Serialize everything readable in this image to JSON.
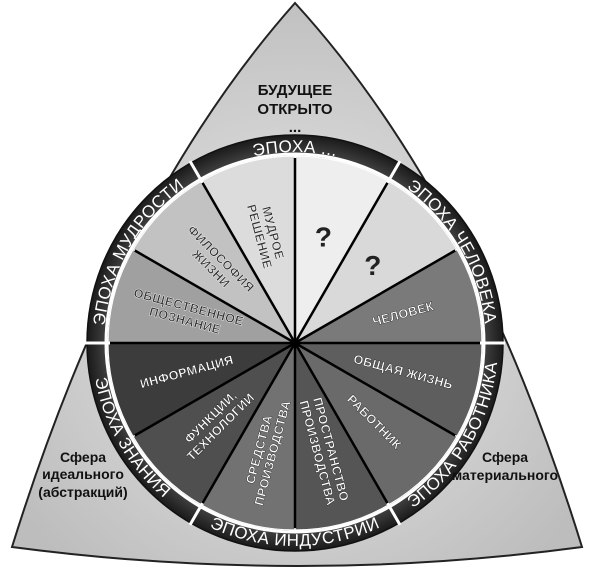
{
  "title": {
    "lines": [
      "БУДУЩЕЕ",
      "ОТКРЫТО",
      "..."
    ]
  },
  "corners": {
    "left": [
      "Сфера",
      "идеального",
      "(абстракций)"
    ],
    "right": [
      "Сфера",
      "материального"
    ]
  },
  "epochs": [
    "ЭПОХА ...",
    "ЭПОХА ЧЕЛОВЕКА",
    "ЭПОХА РАБОТНИКА",
    "ЭПОХА ИНДУСТРИИ",
    "ЭПОХА ЗНАНИЯ",
    "ЭПОХА МУДРОСТИ"
  ],
  "segments": [
    {
      "lines": [
        "?"
      ],
      "fill": "#eeeeee"
    },
    {
      "lines": [
        "?"
      ],
      "fill": "#d9d9d9"
    },
    {
      "lines": [
        "ЧЕЛОВЕК"
      ],
      "fill": "#7a7a7a"
    },
    {
      "lines": [
        "ОБЩАЯ ЖИЗНЬ"
      ],
      "fill": "#5e5e5e"
    },
    {
      "lines": [
        "РАБОТНИК"
      ],
      "fill": "#6a6a6a"
    },
    {
      "lines": [
        "ПРОСТРАНСТВО",
        "ПРОИЗВОДСТВА"
      ],
      "fill": "#555555"
    },
    {
      "lines": [
        "СРЕДСТВА",
        "ПРОИЗВОДСТВА"
      ],
      "fill": "#727272"
    },
    {
      "lines": [
        "ФУНКЦИИ,",
        "ТЕХНОЛОГИИ"
      ],
      "fill": "#4f4f4f"
    },
    {
      "lines": [
        "ИНФОРМАЦИЯ"
      ],
      "fill": "#3c3c3c"
    },
    {
      "lines": [
        "ОБЩЕСТВЕННОЕ",
        "ПОЗНАНИЕ"
      ],
      "fill": "#a0a0a0"
    },
    {
      "lines": [
        "ФИЛОСОФИЯ",
        "ЖИЗНИ"
      ],
      "fill": "#c2c2c2"
    },
    {
      "lines": [
        "МУДРОЕ",
        "РЕШЕНИЕ"
      ],
      "fill": "#dcdcdc"
    }
  ],
  "colors": {
    "triangle": "#c8c8c8",
    "ring_light": "#9c9c9c",
    "ring_dark": "#1e1e1e",
    "divider": "#ffffff",
    "spoke": "#000000"
  }
}
